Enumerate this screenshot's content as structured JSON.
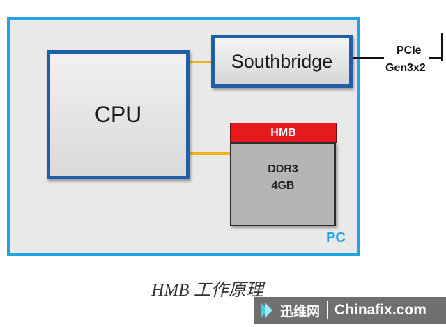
{
  "diagram": {
    "container_label": "PC",
    "cpu_label": "CPU",
    "southbridge_label": "Southbridge",
    "hmb_label": "HMB",
    "memory_line1": "DDR3",
    "memory_line2": "4GB",
    "link_line1": "PCIe",
    "link_line2": "Gen3x2",
    "caption": "HMB 工作原理"
  },
  "watermark": {
    "cn_text": "迅维网",
    "en_text": "Chinafix.com"
  },
  "colors": {
    "container_border": "#1ea6e2",
    "box_border": "#1f5fa8",
    "connector": "#f2b21c",
    "hmb_red": "#e8191c",
    "memory_gray": "#b5b5b5"
  }
}
